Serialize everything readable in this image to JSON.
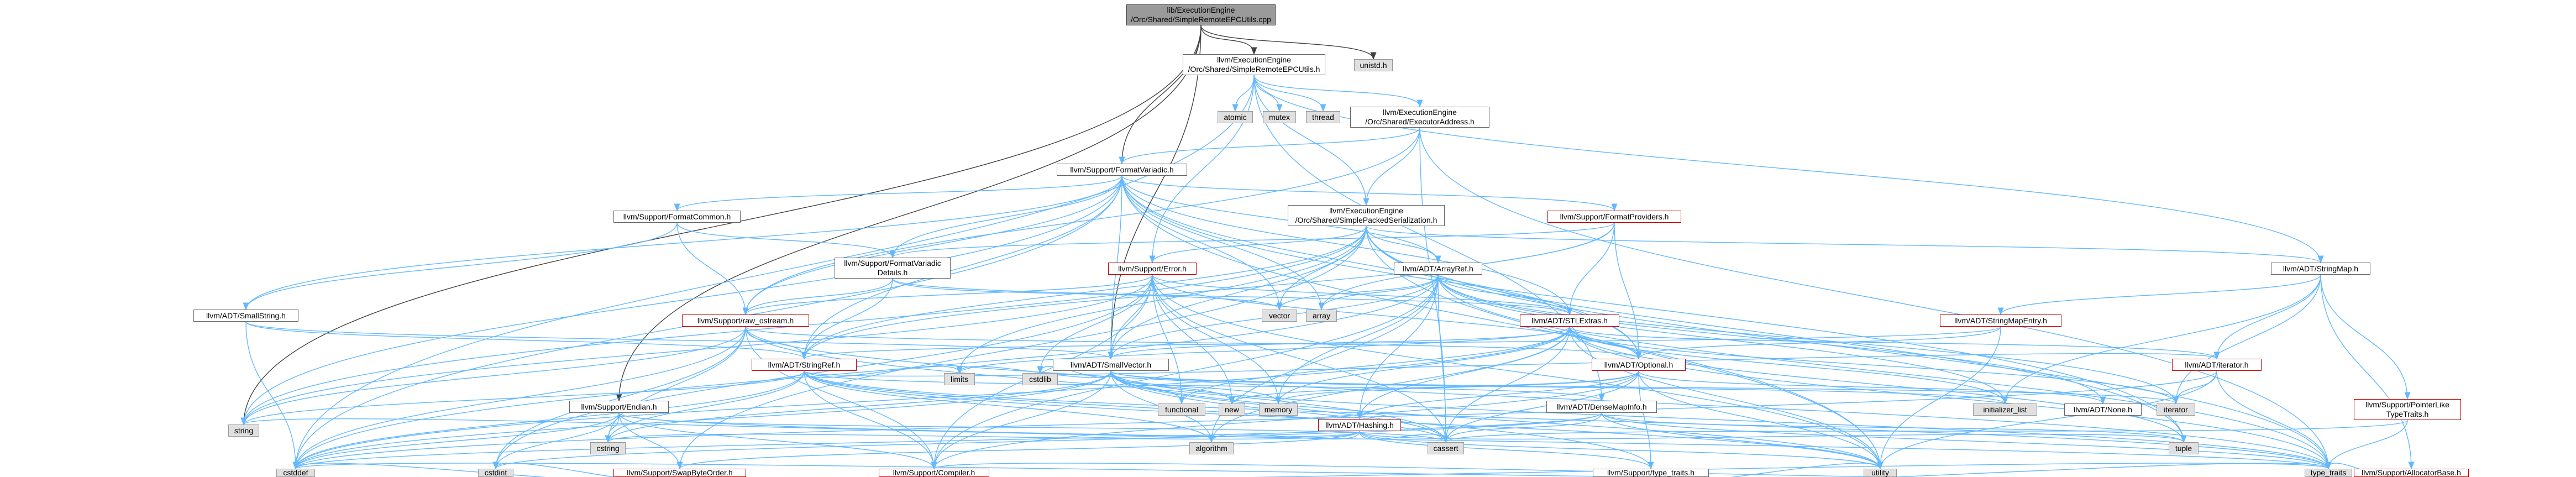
{
  "colors": {
    "edge": "#63b8ff",
    "edge_root": "#404040",
    "red_border": "#bf0000",
    "grey_fill": "#e0e0e0",
    "root_fill": "#9a9a9a"
  },
  "nodes": {
    "root": {
      "lines": [
        "lib/ExecutionEngine",
        "/Orc/Shared/SimpleRemoteEPCUtils.cpp"
      ]
    },
    "unistd": {
      "lines": [
        "unistd.h"
      ]
    },
    "sepcu": {
      "lines": [
        "llvm/ExecutionEngine",
        "/Orc/Shared/SimpleRemoteEPCUtils.h"
      ]
    },
    "atomic": {
      "lines": [
        "atomic"
      ]
    },
    "mutex": {
      "lines": [
        "mutex"
      ]
    },
    "thread": {
      "lines": [
        "thread"
      ]
    },
    "execaddr": {
      "lines": [
        "llvm/ExecutionEngine",
        "/Orc/Shared/ExecutorAddress.h"
      ]
    },
    "formatvariadic": {
      "lines": [
        "llvm/Support/FormatVariadic.h"
      ]
    },
    "sps": {
      "lines": [
        "llvm/ExecutionEngine",
        "/Orc/Shared/SimplePackedSerialization.h"
      ]
    },
    "formatcommon": {
      "lines": [
        "llvm/Support/FormatCommon.h"
      ]
    },
    "formatproviders": {
      "lines": [
        "llvm/Support/FormatProviders.h"
      ]
    },
    "fvdetails": {
      "lines": [
        "llvm/Support/FormatVariadic",
        "Details.h"
      ]
    },
    "error": {
      "lines": [
        "llvm/Support/Error.h"
      ]
    },
    "arrayref": {
      "lines": [
        "llvm/ADT/ArrayRef.h"
      ]
    },
    "stringmap": {
      "lines": [
        "llvm/ADT/StringMap.h"
      ]
    },
    "smallstring": {
      "lines": [
        "llvm/ADT/SmallString.h"
      ]
    },
    "vector": {
      "lines": [
        "vector"
      ]
    },
    "array": {
      "lines": [
        "array"
      ]
    },
    "rawostream": {
      "lines": [
        "llvm/Support/raw_ostream.h"
      ]
    },
    "stlextras": {
      "lines": [
        "llvm/ADT/STLExtras.h"
      ]
    },
    "stringmapentry": {
      "lines": [
        "llvm/ADT/StringMapEntry.h"
      ]
    },
    "stringref": {
      "lines": [
        "llvm/ADT/StringRef.h"
      ]
    },
    "smallvector": {
      "lines": [
        "llvm/ADT/SmallVector.h"
      ]
    },
    "optional": {
      "lines": [
        "llvm/ADT/Optional.h"
      ]
    },
    "iterator": {
      "lines": [
        "llvm/ADT/iterator.h"
      ]
    },
    "limits": {
      "lines": [
        "limits"
      ]
    },
    "cstdlib": {
      "lines": [
        "cstdlib"
      ]
    },
    "functional": {
      "lines": [
        "functional"
      ]
    },
    "new": {
      "lines": [
        "new"
      ]
    },
    "memory": {
      "lines": [
        "memory"
      ]
    },
    "initlist": {
      "lines": [
        "initializer_list"
      ]
    },
    "none": {
      "lines": [
        "llvm/ADT/None.h"
      ]
    },
    "iteratorstd": {
      "lines": [
        "iterator"
      ]
    },
    "ptrlike": {
      "lines": [
        "llvm/Support/PointerLike",
        "TypeTraits.h"
      ]
    },
    "endian": {
      "lines": [
        "llvm/Support/Endian.h"
      ]
    },
    "densemapinfo": {
      "lines": [
        "llvm/ADT/DenseMapInfo.h"
      ]
    },
    "hashing": {
      "lines": [
        "llvm/ADT/Hashing.h"
      ]
    },
    "string": {
      "lines": [
        "string"
      ]
    },
    "cstring": {
      "lines": [
        "cstring"
      ]
    },
    "algorithm": {
      "lines": [
        "algorithm"
      ]
    },
    "cassert": {
      "lines": [
        "cassert"
      ]
    },
    "tuple": {
      "lines": [
        "tuple"
      ]
    },
    "swapbyteorder": {
      "lines": [
        "llvm/Support/SwapByteOrder.h"
      ]
    },
    "typetraitsllvm": {
      "lines": [
        "llvm/Support/type_traits.h"
      ]
    },
    "allocatorbase": {
      "lines": [
        "llvm/Support/AllocatorBase.h"
      ]
    },
    "cstddef": {
      "lines": [
        "cstddef"
      ]
    },
    "cstdint": {
      "lines": [
        "cstdint"
      ]
    },
    "compiler": {
      "lines": [
        "llvm/Support/Compiler.h"
      ]
    },
    "utility": {
      "lines": [
        "utility"
      ]
    },
    "typetraits": {
      "lines": [
        "type_traits"
      ]
    }
  }
}
